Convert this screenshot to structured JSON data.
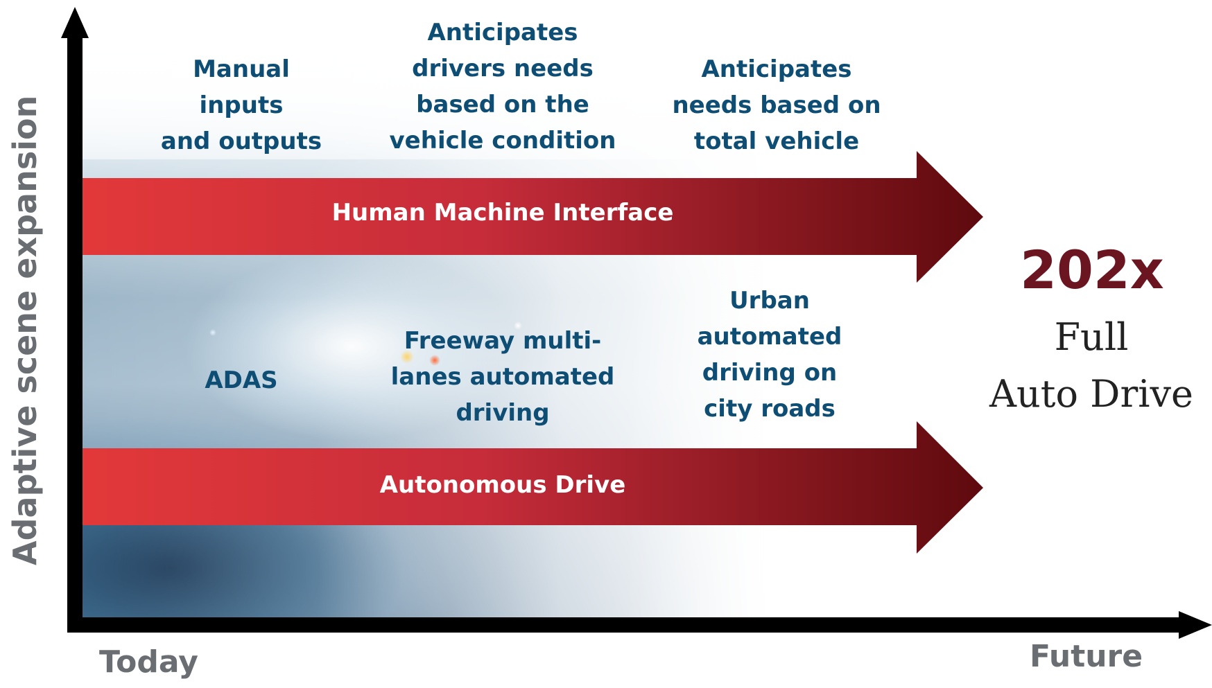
{
  "axes": {
    "y_title": "Adaptive scene expansion",
    "x_start": "Today",
    "x_end": "Future"
  },
  "bands": {
    "hmi": "Human Machine Interface",
    "ad": "Autonomous Drive"
  },
  "hmi_stages": [
    "Manual\ninputs\nand outputs",
    "Anticipates\ndrivers needs\nbased on the\nvehicle condition",
    "Anticipates\nneeds based on\ntotal vehicle"
  ],
  "ad_stages": [
    "ADAS",
    "Freeway multi-\nlanes automated\ndriving",
    "Urban\nautomated\ndriving on\ncity roads"
  ],
  "goal": {
    "year": "202x",
    "text": "Full\nAuto Drive"
  },
  "colors": {
    "band_start": "#e3393a",
    "band_end": "#5e0a0e",
    "label_blue": "#0e4d74",
    "axis_gray": "#6a6e72",
    "year_red": "#6b1520"
  }
}
